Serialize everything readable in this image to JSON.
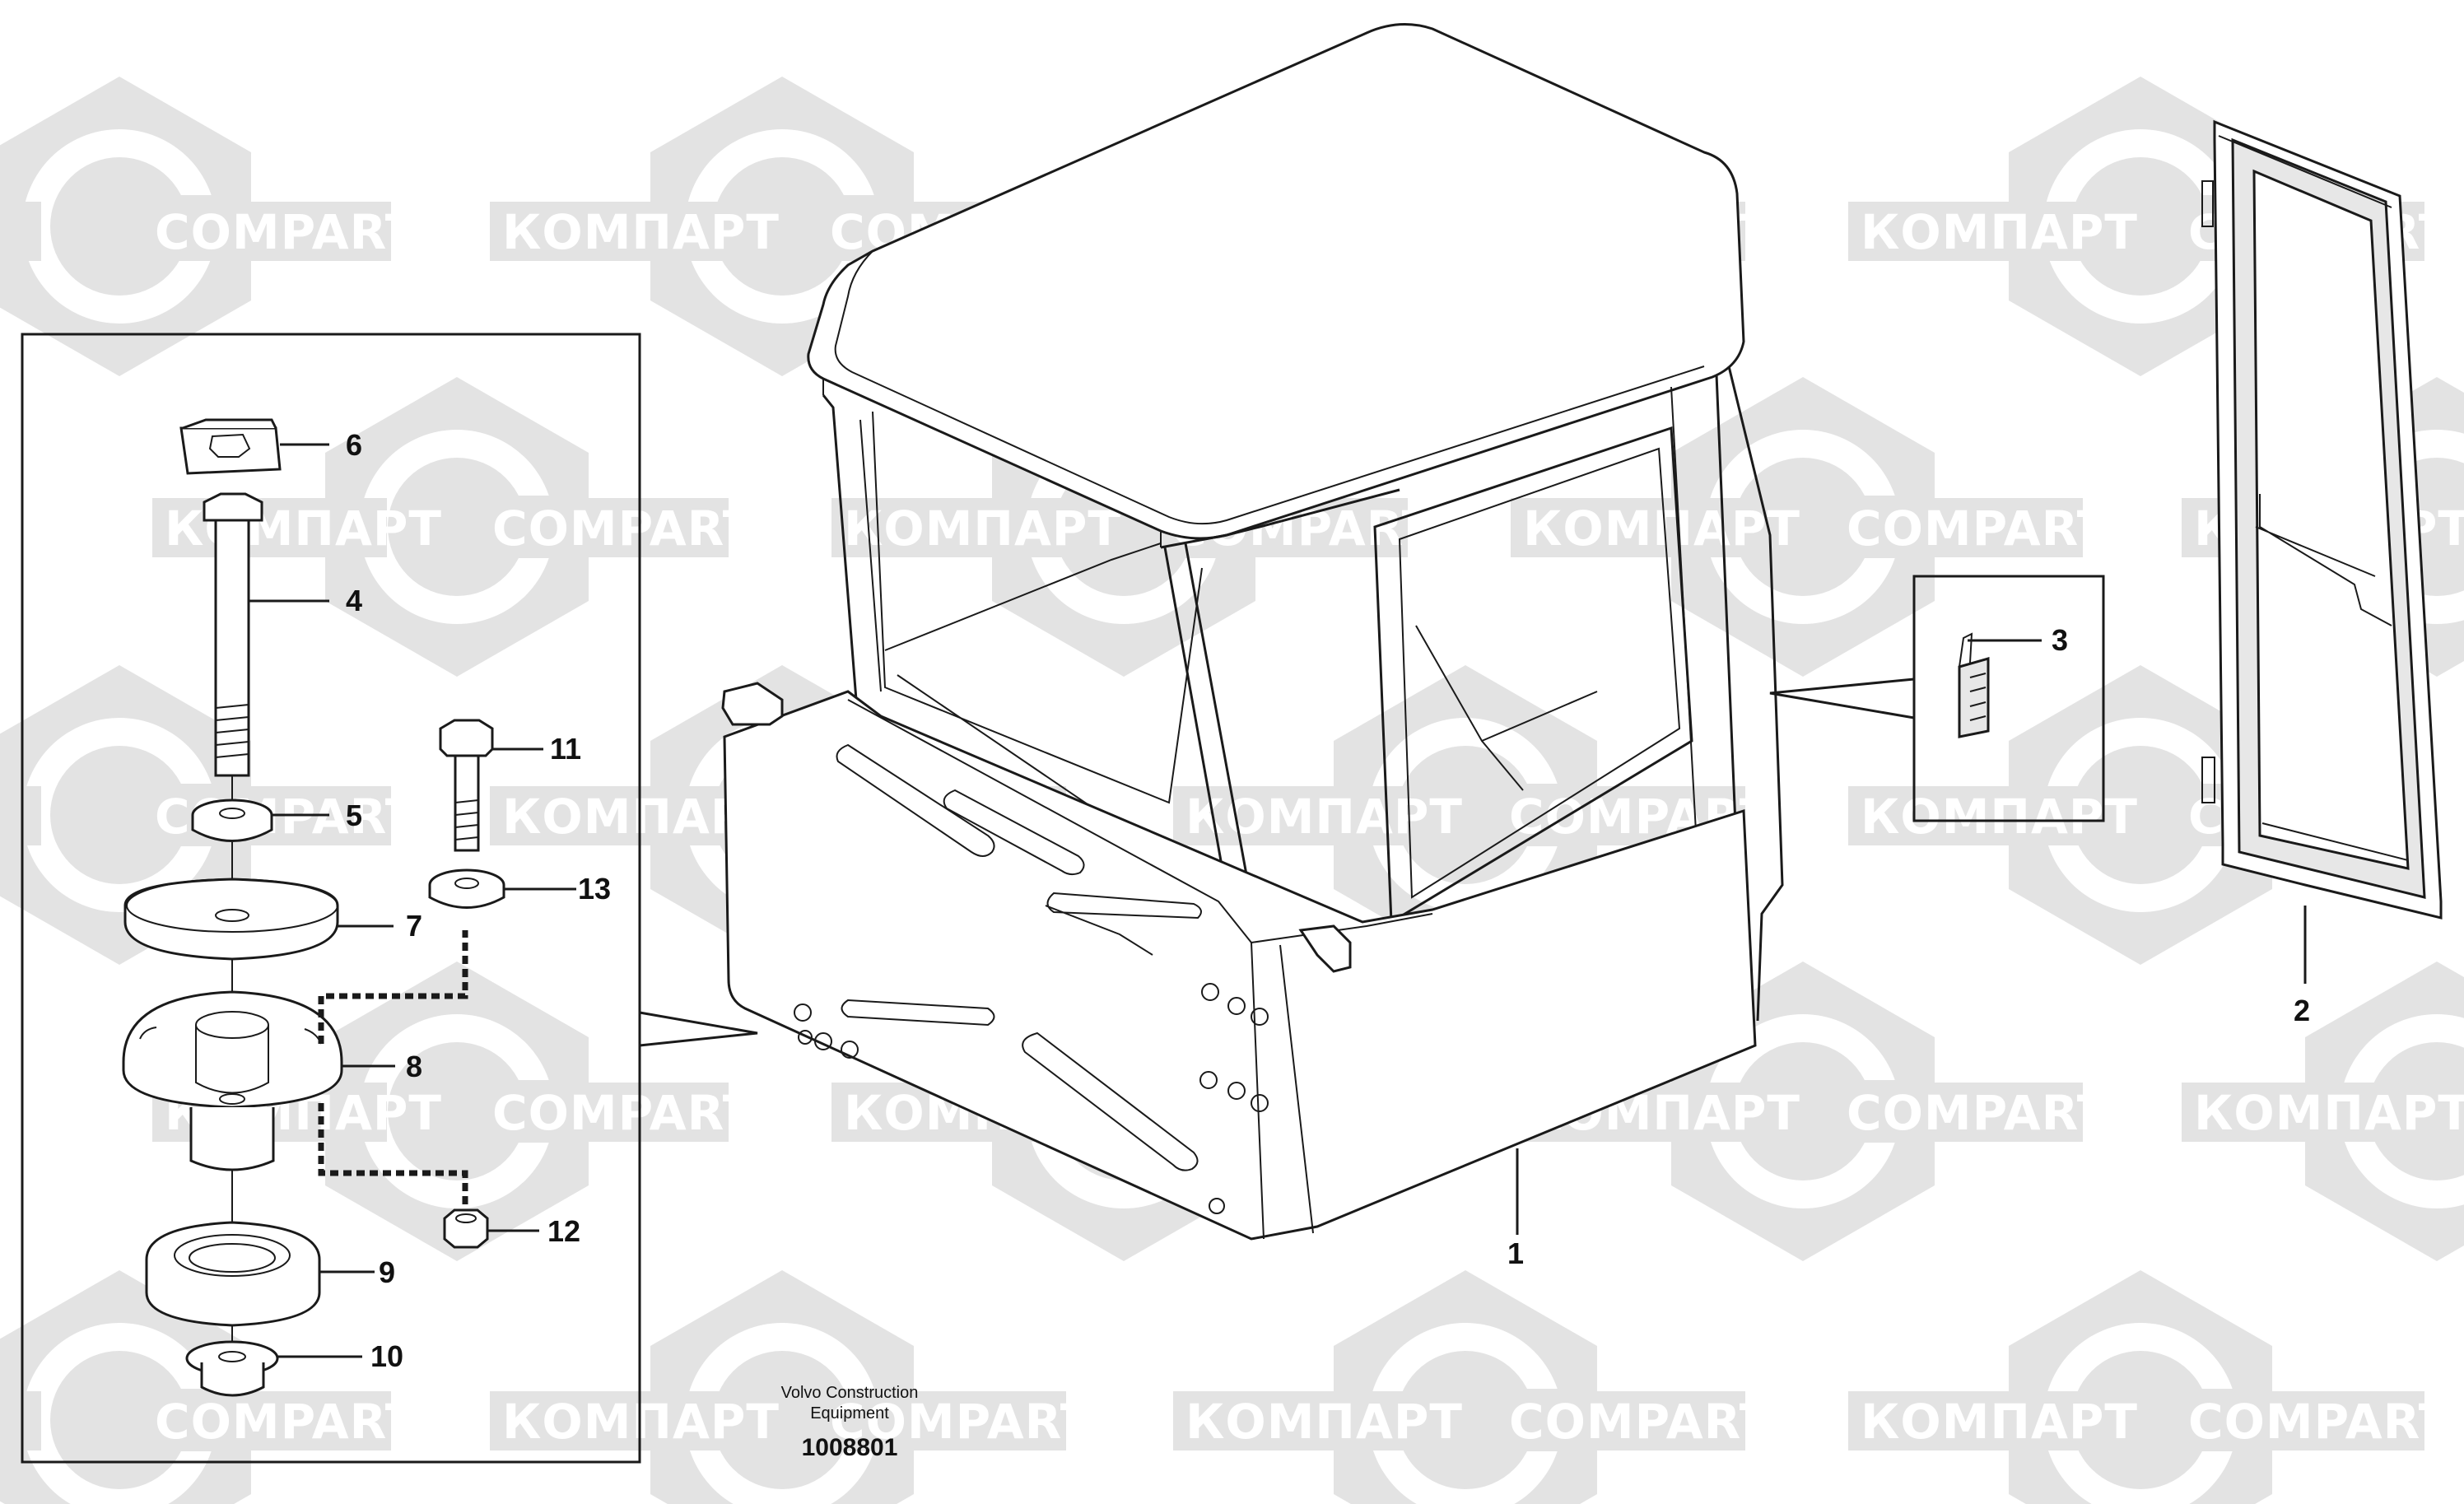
{
  "watermark": {
    "latin": "COMPART",
    "cyrillic": "КОМПАРТ",
    "fill_color": "#e3e3e3",
    "text_color": "#ffffff"
  },
  "callouts": {
    "c1": "1",
    "c2": "2",
    "c3": "3",
    "c4": "4",
    "c5": "5",
    "c6": "6",
    "c7": "7",
    "c8": "8",
    "c9": "9",
    "c10": "10",
    "c11": "11",
    "c12": "12",
    "c13": "13"
  },
  "caption": {
    "line1": "Volvo Construction",
    "line2": "Equipment",
    "drawing_number": "1008801"
  }
}
